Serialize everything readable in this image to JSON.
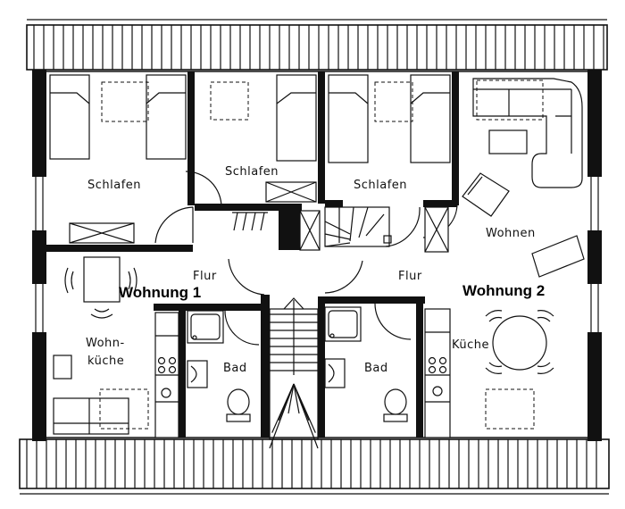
{
  "rooms": {
    "schlafen_1": "Schlafen",
    "schlafen_2": "Schlafen",
    "schlafen_3": "Schlafen",
    "wohnen": "Wohnen",
    "flur_left": "Flur",
    "flur_right": "Flur",
    "wohnkueche_1": "Wohn-",
    "wohnkueche_2": "küche",
    "bad_left": "Bad",
    "bad_right": "Bad",
    "kueche": "Küche"
  },
  "units": {
    "wohnung_1": "Wohnung 1",
    "wohnung_2": "Wohnung 2"
  }
}
